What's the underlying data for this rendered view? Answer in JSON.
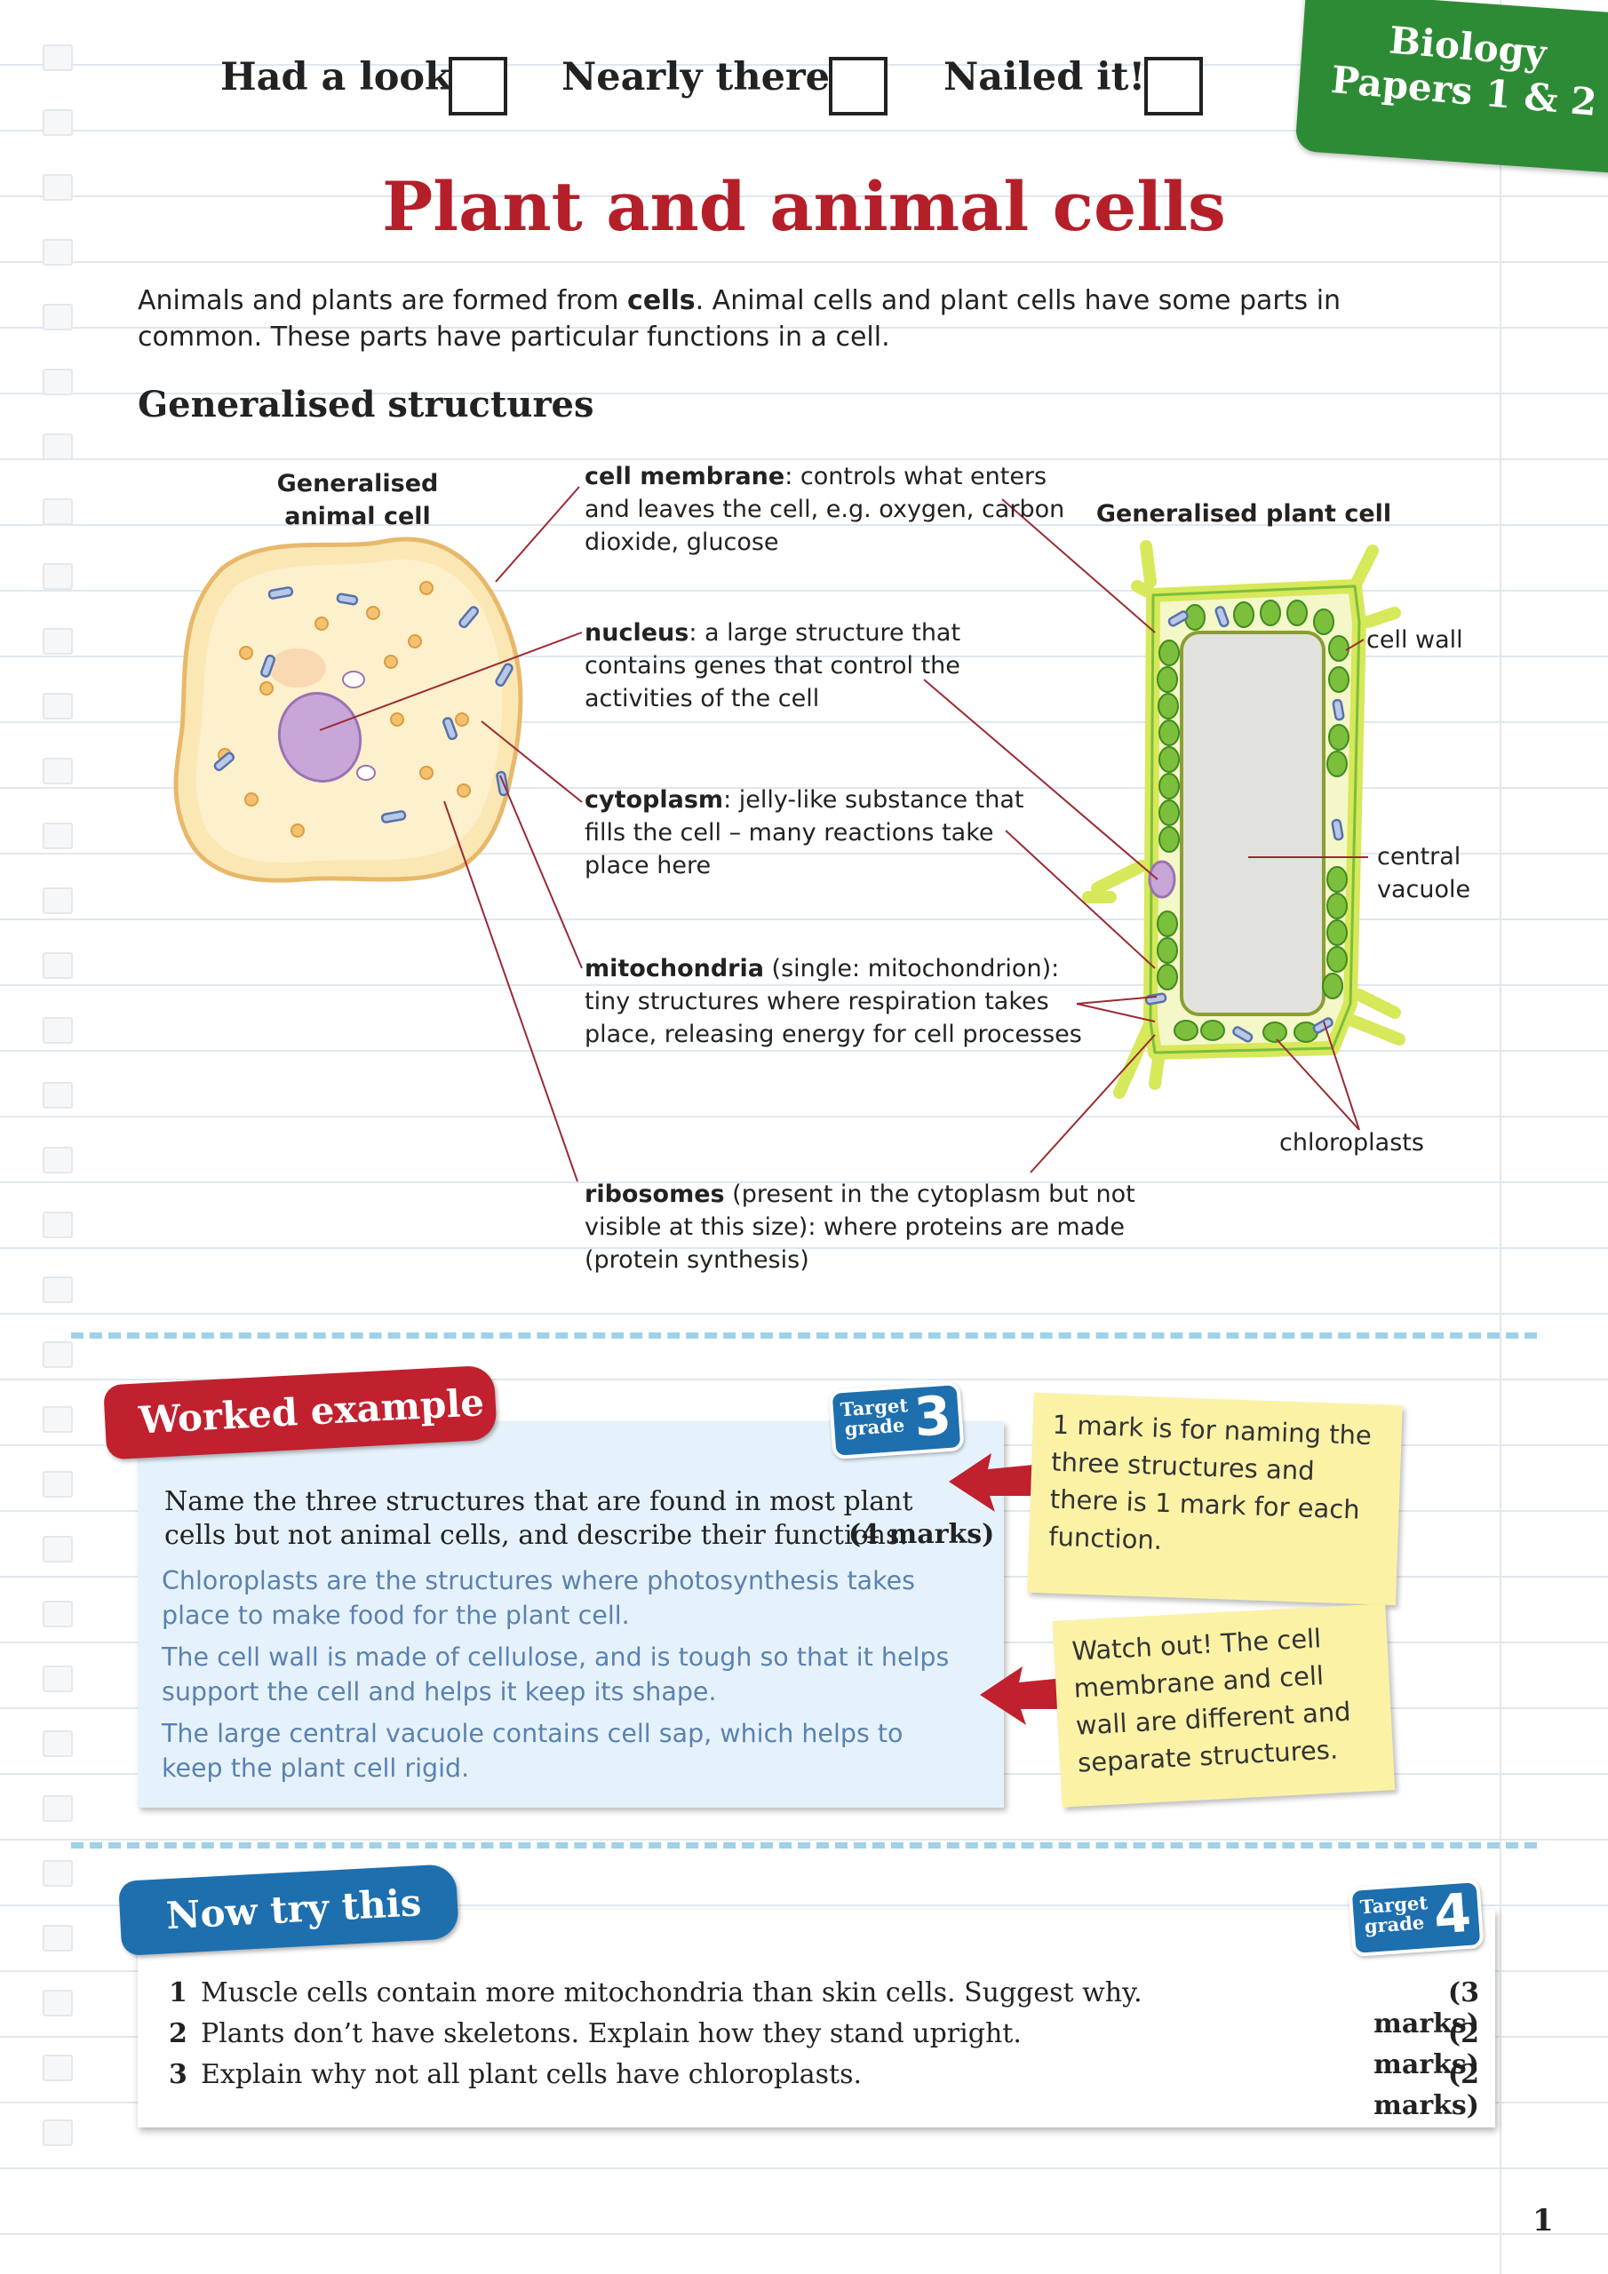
{
  "header": {
    "tracker": [
      {
        "label": "Had a look"
      },
      {
        "label": "Nearly there"
      },
      {
        "label": "Nailed it!"
      }
    ],
    "tab_line1": "Biology",
    "tab_line2": "Papers 1 & 2"
  },
  "title": "Plant and animal cells",
  "intro": {
    "part1": "Animals and plants are formed from ",
    "bold": "cells",
    "part2": ". Animal cells and plant cells have some parts in common. These parts have particular functions in a cell."
  },
  "section_heading": "Generalised structures",
  "diagram": {
    "animal_title_line1": "Generalised",
    "animal_title_line2": "animal cell",
    "plant_title": "Generalised plant cell",
    "labels": [
      {
        "term": "cell membrane",
        "text": ": controls what enters and leaves the cell, e.g. oxygen, carbon dioxide, glucose"
      },
      {
        "term": "nucleus",
        "text": ": a large structure that contains genes that control the activities of the cell"
      },
      {
        "term": "cytoplasm",
        "text": ": jelly-like substance that fills the cell – many reactions take place here"
      },
      {
        "term": "mitochondria",
        "text": " (single: mitochondrion): tiny structures where respiration takes place, releasing energy for cell processes"
      },
      {
        "term": "ribosomes",
        "text": " (present in the cytoplasm but not visible at this size): where proteins are made (protein synthesis)"
      }
    ],
    "plant_labels": {
      "cell_wall": "cell wall",
      "central_vacuole_1": "central",
      "central_vacuole_2": "vacuole",
      "chloroplasts": "chloroplasts"
    },
    "colors": {
      "animal_cell_fill": "#fbe7b4",
      "animal_cell_border": "#e8b86a",
      "nucleus": "#c9a6d8",
      "plant_wall": "#d7e85a",
      "chloroplast": "#7cbf3c",
      "vacuole": "#e2e2dc",
      "leader_line": "#9b2a33"
    }
  },
  "worked_example": {
    "badge": "Worked example",
    "target_label": "Target grade",
    "target_grade": "3",
    "question": "Name the three structures that are found in most plant cells but not animal cells, and describe their functions.",
    "marks": "(4 marks)",
    "answers": [
      "Chloroplasts are the structures where photosynthesis takes place to make food for the plant cell.",
      "The cell wall is made of cellulose, and is tough so that it helps support the cell and helps it keep its shape.",
      "The large central vacuole contains cell sap, which helps to keep the plant cell rigid."
    ],
    "note1": "1 mark is for naming the three structures and there is 1 mark for each function.",
    "note2": "Watch out! The cell membrane and cell wall are different and separate structures.",
    "colors": {
      "badge": "#c1202e",
      "box": "#e6f2fb",
      "answer_text": "#5a82b0",
      "sticky": "#fbf2a6"
    }
  },
  "now_try_this": {
    "badge": "Now try this",
    "target_label": "Target grade",
    "target_grade": "4",
    "questions": [
      {
        "num": "1",
        "text": "Muscle cells contain more mitochondria than skin cells. Suggest why.",
        "marks": "(3 marks)"
      },
      {
        "num": "2",
        "text": "Plants don’t have skeletons. Explain how they stand upright.",
        "marks": "(2 marks)"
      },
      {
        "num": "3",
        "text": "Explain why not all plant cells have chloroplasts.",
        "marks": "(2 marks)"
      }
    ]
  },
  "page_number": "1"
}
